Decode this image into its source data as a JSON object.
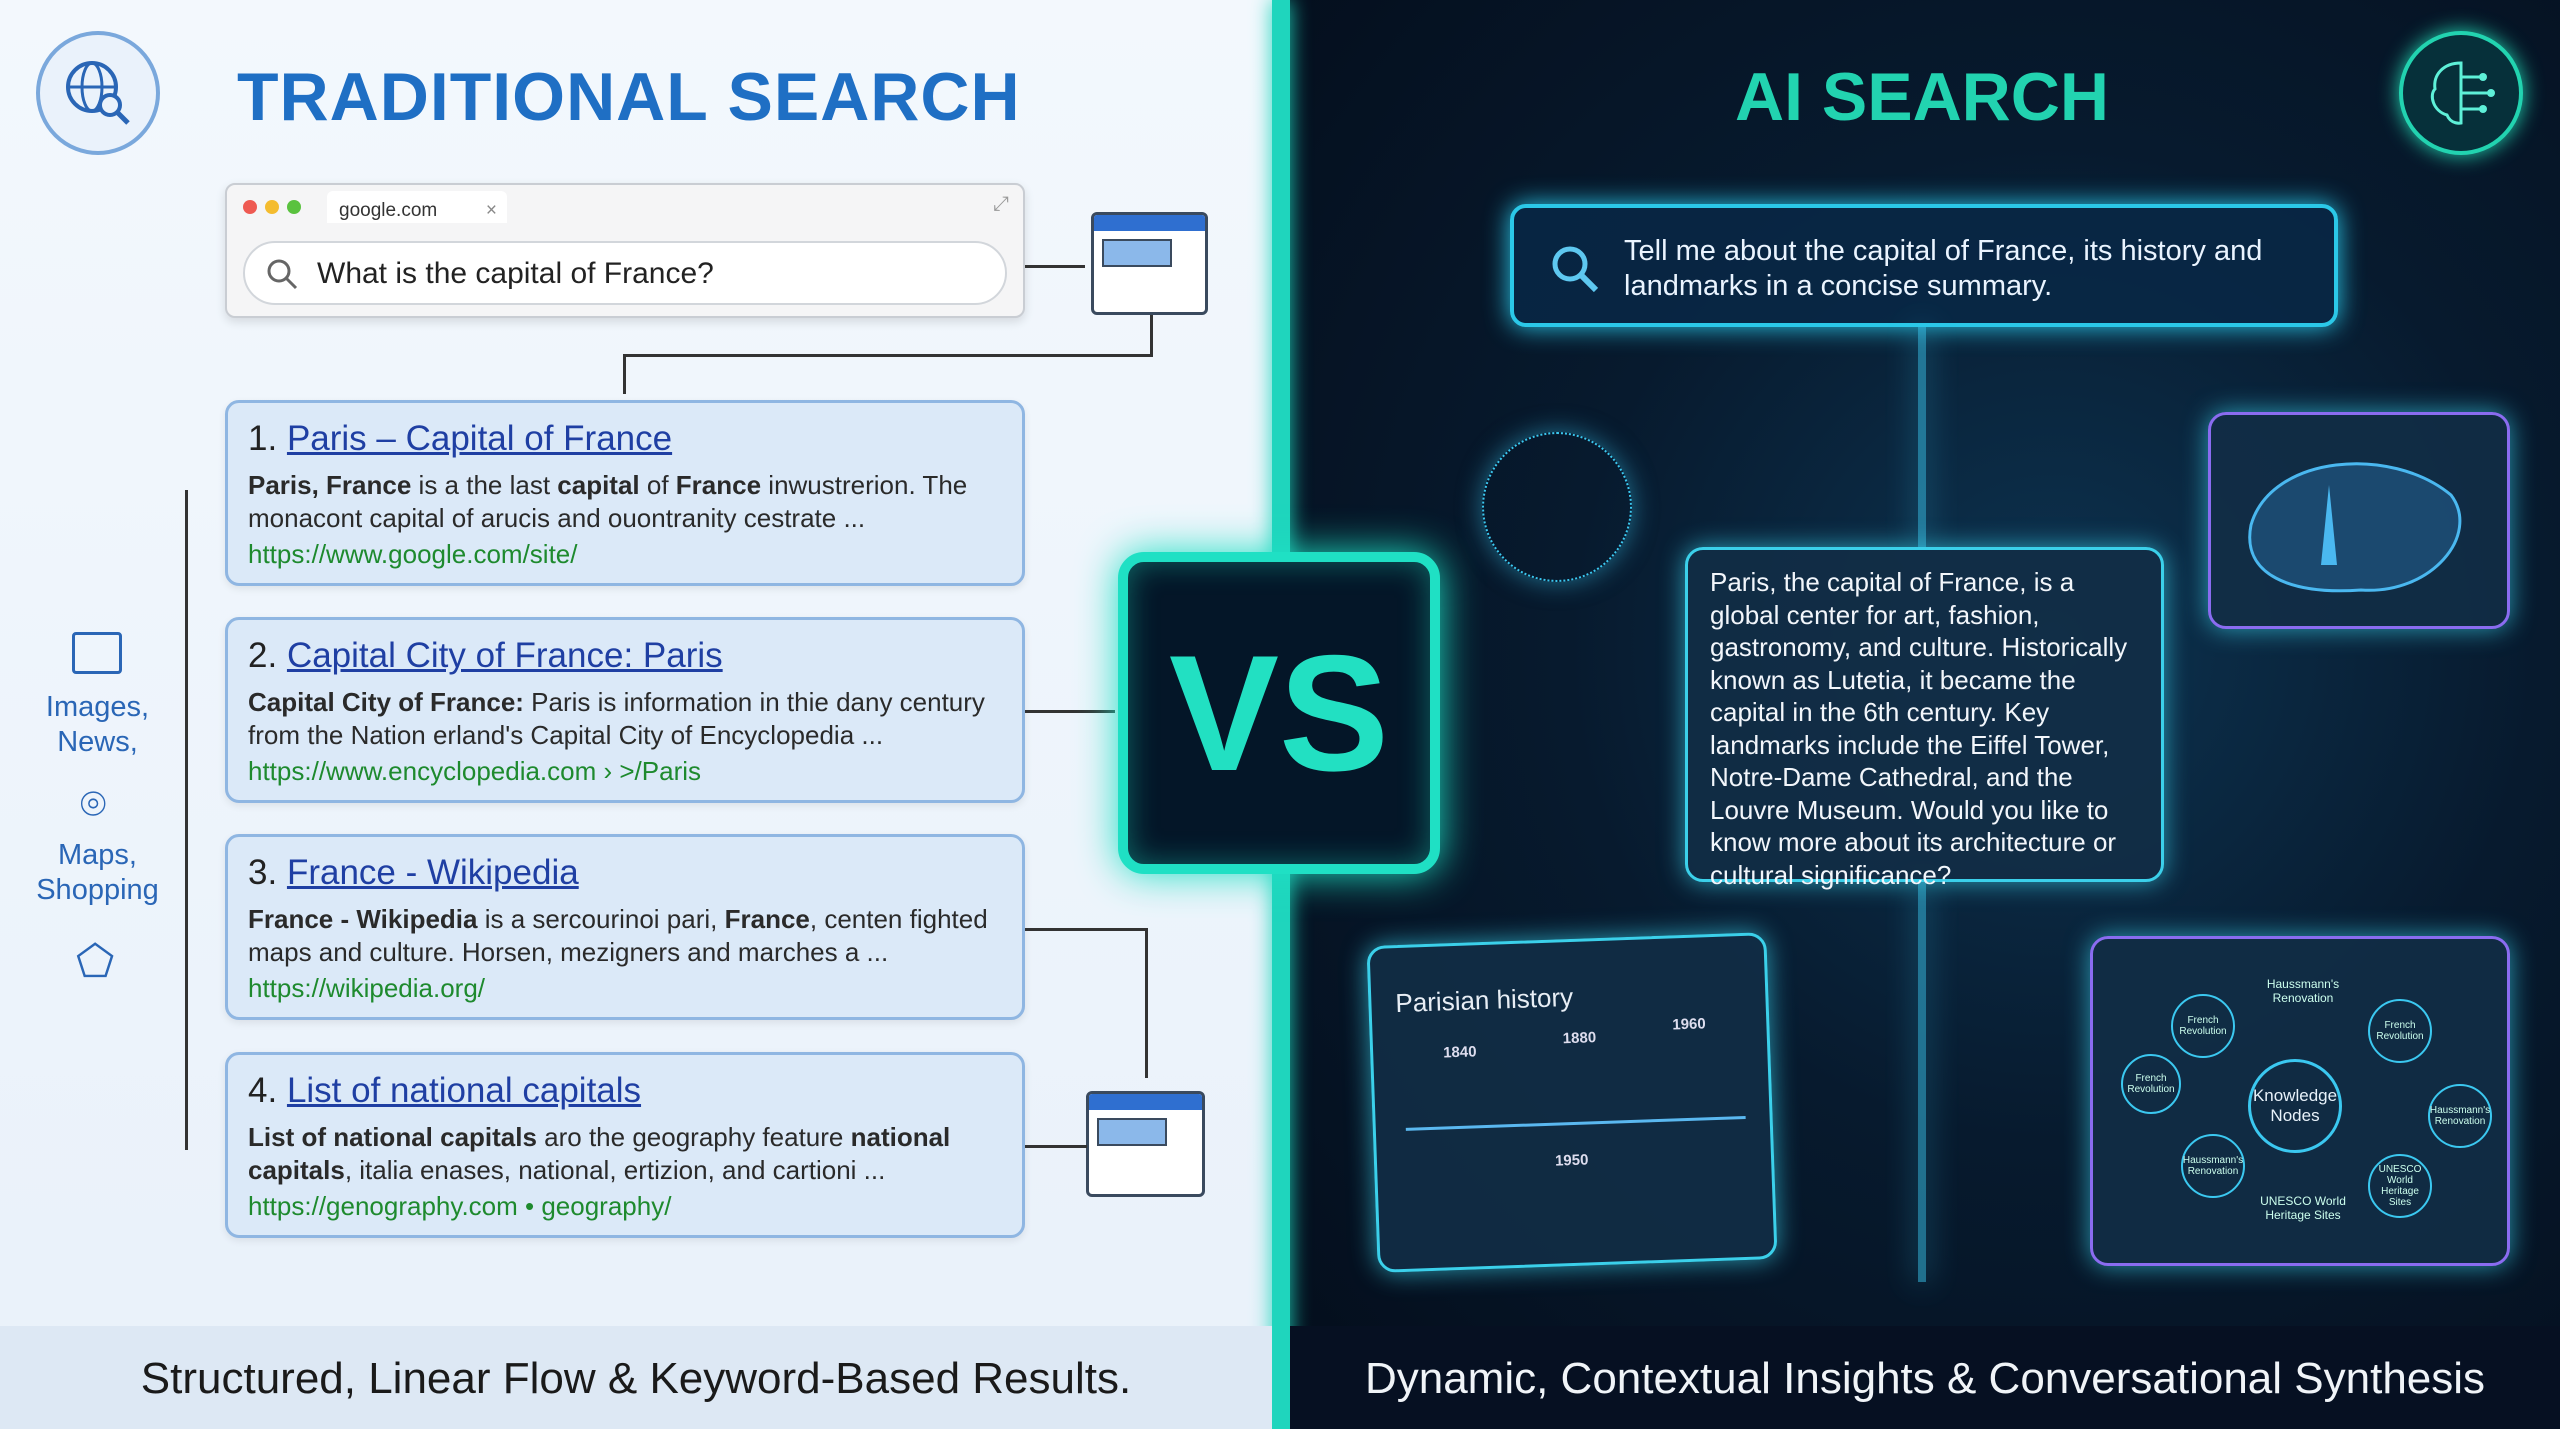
{
  "left": {
    "title": "TRADITIONAL SEARCH",
    "globe_icon": "globe-search-icon",
    "browser": {
      "tab": "google.com",
      "close": "×",
      "query": "What is the capital of France?"
    },
    "results": [
      {
        "num": "1.",
        "title": "Paris – Capital of France",
        "snippet_bold1": "Paris, France",
        "snippet1": " is a the last ",
        "snippet_bold2": "capital",
        "snippet2": " of ",
        "snippet_bold3": "France",
        "snippet3": " inwustrerion. The monacont capital of arucis and ouontranity cestrate ...",
        "url": "https://www.google.com/site/"
      },
      {
        "num": "2.",
        "title": "Capital City of France: Paris",
        "snippet_bold1": "Capital City of France:",
        "snippet1": " Paris is information in thie dany century from the Nation erland's Capital City of Encyclopedia ...",
        "snippet_bold2": "",
        "snippet2": "",
        "snippet_bold3": "",
        "snippet3": "",
        "url": "https://www.encyclopedia.com › >/Paris"
      },
      {
        "num": "3.",
        "title": "France - Wikipedia",
        "snippet_bold1": "France - Wikipedia",
        "snippet1": " is a sercourinoi pari, ",
        "snippet_bold2": "France",
        "snippet2": ", centen fighted maps and culture. Horsen, mezigners and marches a ...",
        "snippet_bold3": "",
        "snippet3": "",
        "url": "https://wikipedia.org/"
      },
      {
        "num": "4.",
        "title": "List of national capitals",
        "snippet_bold1": "List of national capitals",
        "snippet1": " aro the geography feature ",
        "snippet_bold2": "national capitals",
        "snippet2": ", italia enases, national, ertizion, and cartioni ...",
        "snippet_bold3": "",
        "snippet3": "",
        "url": "https://genography.com • geography/"
      }
    ],
    "side": {
      "images_label": "Images, News,",
      "maps_label": "Maps, Shopping"
    },
    "caption": "Structured, Linear Flow & Keyword-Based Results."
  },
  "vs": "VS",
  "right": {
    "title": "AI SEARCH",
    "brain_icon": "brain-circuit-icon",
    "query": "Tell me about the capital of France, its history and landmarks in a concise summary.",
    "answer": "Paris, the capital of France, is a global center for art, fashion, gastronomy, and culture. Historically known as Lutetia, it became the capital in the 6th century. Key landmarks include the Eiffel Tower, Notre-Dame Cathedral, and the Louvre Museum. Would you like to know more about its architecture or cultural significance?",
    "history": {
      "title": "Parisian history",
      "years_top": [
        "1840",
        "1880",
        "1960"
      ],
      "years_bottom": [
        "1950"
      ]
    },
    "knowledge": {
      "center": "Knowledge Nodes",
      "nodes": [
        "Haussmann's Renovation",
        "French Revolution",
        "French Revolution",
        "Haussmann's Renovation",
        "UNESCO World Heritage Sites",
        "Haussmann's Renovation",
        "French Revolution",
        "UNESCO World Heritage Sites"
      ]
    },
    "caption": "Dynamic, Contextual Insights & Conversational Synthesis"
  },
  "colors": {
    "left_accent": "#1f6fc4",
    "ai_accent": "#22d3b0",
    "link": "#1f3fa3",
    "url": "#1e8a2e"
  }
}
